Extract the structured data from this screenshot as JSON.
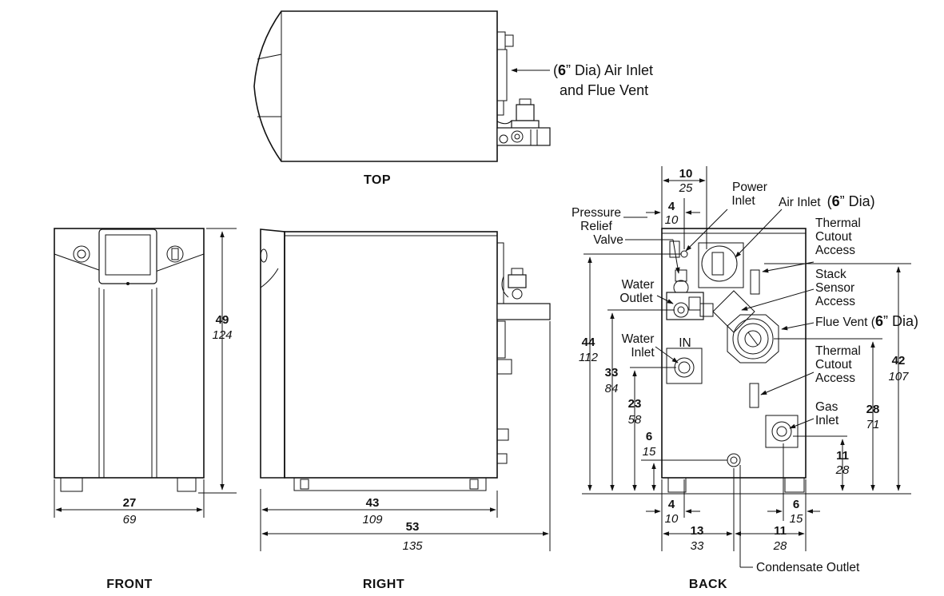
{
  "views": {
    "top": "TOP",
    "front": "FRONT",
    "right": "RIGHT",
    "back": "BACK"
  },
  "callouts": {
    "top_air_inlet": {
      "prefix": "(",
      "num": "6",
      "suffix": "” Dia) Air Inlet",
      "line2": "and Flue Vent"
    },
    "pressure_relief": [
      "Pressure",
      "Relief",
      "Valve"
    ],
    "power_inlet": [
      "Power",
      "Inlet"
    ],
    "air_inlet": {
      "text": "Air Inlet",
      "prefix": "(",
      "num": "6",
      "suffix": "” Dia)"
    },
    "thermal_cutout_top": [
      "Thermal",
      "Cutout",
      "Access"
    ],
    "stack_sensor": [
      "Stack",
      "Sensor",
      "Access"
    ],
    "flue_vent": {
      "text": "Flue Vent (",
      "num": "6",
      "suffix": "” Dia)"
    },
    "water_outlet": [
      "Water",
      "Outlet"
    ],
    "water_inlet": [
      "Water",
      "Inlet"
    ],
    "in_marker": "IN",
    "thermal_cutout_bottom": [
      "Thermal",
      "Cutout",
      "Access"
    ],
    "gas_inlet": [
      "Gas",
      "Inlet"
    ],
    "condensate_outlet": "Condensate Outlet"
  },
  "dimensions": {
    "front_height": {
      "in": "49",
      "cm": "124"
    },
    "front_width": {
      "in": "27",
      "cm": "69"
    },
    "right_body": {
      "in": "43",
      "cm": "109"
    },
    "right_overall": {
      "in": "53",
      "cm": "135"
    },
    "back_top_10": {
      "in": "10",
      "cm": "25"
    },
    "back_top_4": {
      "in": "4",
      "cm": "10"
    },
    "back_44": {
      "in": "44",
      "cm": "112"
    },
    "back_33": {
      "in": "33",
      "cm": "84"
    },
    "back_23": {
      "in": "23",
      "cm": "58"
    },
    "back_6_left": {
      "in": "6",
      "cm": "15"
    },
    "back_4_bottom": {
      "in": "4",
      "cm": "10"
    },
    "back_13": {
      "in": "13",
      "cm": "33"
    },
    "back_11_bottom": {
      "in": "11",
      "cm": "28"
    },
    "back_6_right": {
      "in": "6",
      "cm": "15"
    },
    "back_11_right": {
      "in": "11",
      "cm": "28"
    },
    "back_28": {
      "in": "28",
      "cm": "71"
    },
    "back_42": {
      "in": "42",
      "cm": "107"
    }
  }
}
